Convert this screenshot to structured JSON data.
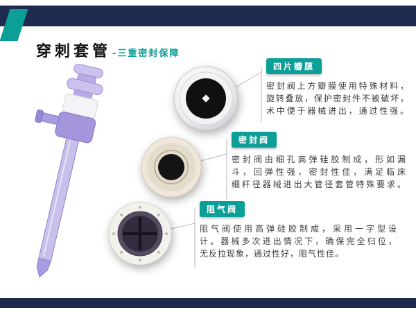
{
  "header": {
    "title": "穿刺套管",
    "subtitle": "-三重密封保障"
  },
  "colors": {
    "navy": "#1d2b4f",
    "teal": "#0c9f97"
  },
  "callouts": [
    {
      "label": "四片瓣膜",
      "lines": [
        "密封阀上方瓣膜使用特殊材料，",
        "旋转叠放，保护密封件不被破坏，",
        "术中便于器械进出，通过性强。"
      ]
    },
    {
      "label": "密封阀",
      "lines": [
        "密封阀由细孔高弹硅胶制成，形如漏",
        "斗，回弹性强，密封性佳，满足临床",
        "细杆径器械进出大管径套管特殊要求。"
      ]
    },
    {
      "label": "阻气阀",
      "lines": [
        "阻气阀使用高弹硅胶制成，采用一字型设",
        "计。器械多次进出情况下，确保完全归位，",
        "无反拉现象，通过性好，阻气性佳。"
      ]
    }
  ]
}
